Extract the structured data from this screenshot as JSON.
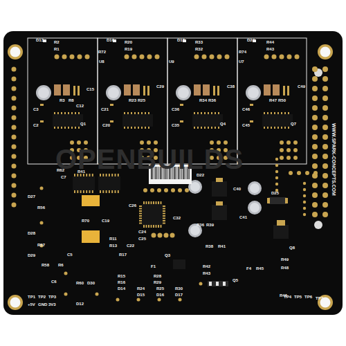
{
  "diagram": {
    "labels": [
      "D13",
      "R2",
      "R1",
      "C3",
      "R3",
      "R8",
      "C12",
      "C15",
      "C2",
      "Q1",
      "D16",
      "R20",
      "R19",
      "R72",
      "U8",
      "C21",
      "R23",
      "R25",
      "C29",
      "C20",
      "D18",
      "R33",
      "R32",
      "U9",
      "C36",
      "R34",
      "R36",
      "C38",
      "C35",
      "Q4",
      "D24",
      "R44",
      "R43",
      "R74",
      "U7",
      "C46",
      "R47",
      "R50",
      "C49",
      "C45",
      "Q7",
      "OPENBUILDS",
      "WWW.SPARK-CONCEPTS.COM",
      "R62",
      "C7",
      "R41",
      "R70",
      "C19",
      "D22",
      "C40",
      "C41",
      "R36",
      "R39",
      "R38",
      "R41",
      "D25",
      "Q8",
      "C26",
      "C32",
      "C24",
      "C25",
      "R11",
      "R13",
      "C22",
      "R17",
      "D27",
      "R56",
      "D28",
      "R57",
      "D29",
      "R58",
      "R6",
      "C5",
      "C6",
      "R60",
      "D30",
      "F1",
      "Q3",
      "R28",
      "R29",
      "R15",
      "R16",
      "R24",
      "D15",
      "R25",
      "D16",
      "R30",
      "D17",
      "R42",
      "R43",
      "Q5",
      "F4",
      "R45",
      "R49",
      "R48",
      "R46",
      "D12",
      "TP1",
      "TP2",
      "TP3",
      "+5V",
      "GND",
      "3V3",
      "TP4",
      "TP5",
      "TP6",
      "TP7",
      "D14"
    ]
  }
}
